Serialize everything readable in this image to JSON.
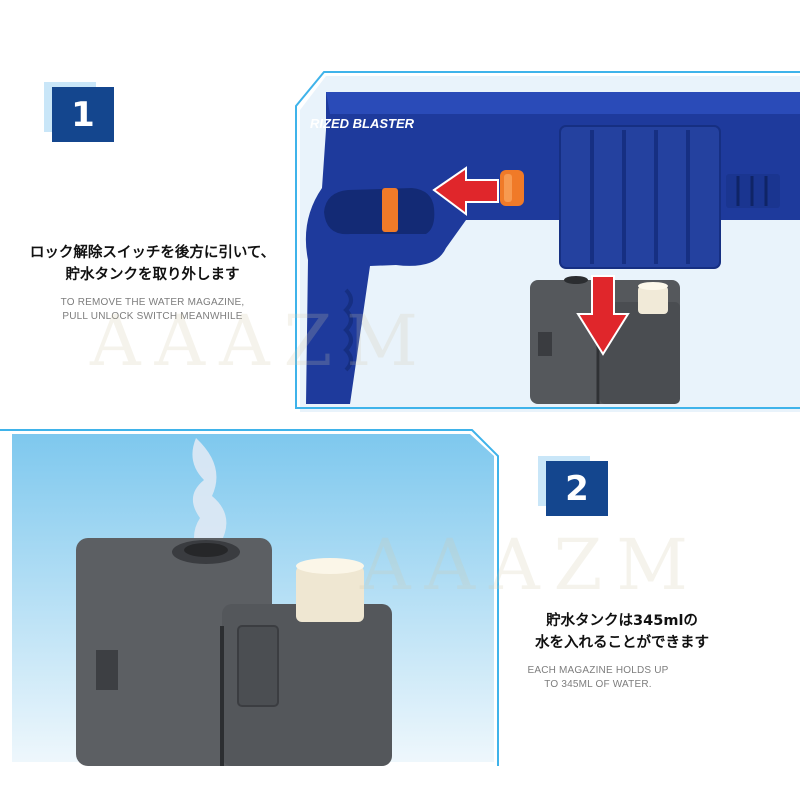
{
  "step1": {
    "number": "1",
    "text_jp_line1": "ロック解除スイッチを後方に引いて、",
    "text_jp_line2": "貯水タンクを取り外します",
    "text_en_line1": "TO REMOVE THE WATER MAGAZINE,",
    "text_en_line2": "PULL UNLOCK SWITCH MEANWHILE"
  },
  "step2": {
    "number": "2",
    "text_jp_line1": "貯水タンクは345mlの",
    "text_jp_line2": "水を入れることができます",
    "text_en_line1": "EACH MAGAZINE HOLDS UP",
    "text_en_line2": "TO 345ML OF WATER."
  },
  "product_logo": "RIZED BLASTER",
  "watermark": "AAAZM",
  "colors": {
    "badge": "#14468e",
    "badge_shadow": "#c9e6f8",
    "blaster_blue": "#1e3a9c",
    "arrow_red": "#e0262b",
    "switch_orange": "#f07a28",
    "frame_cyan": "#3fb3ea",
    "magazine_gray": "#5a5d61"
  }
}
